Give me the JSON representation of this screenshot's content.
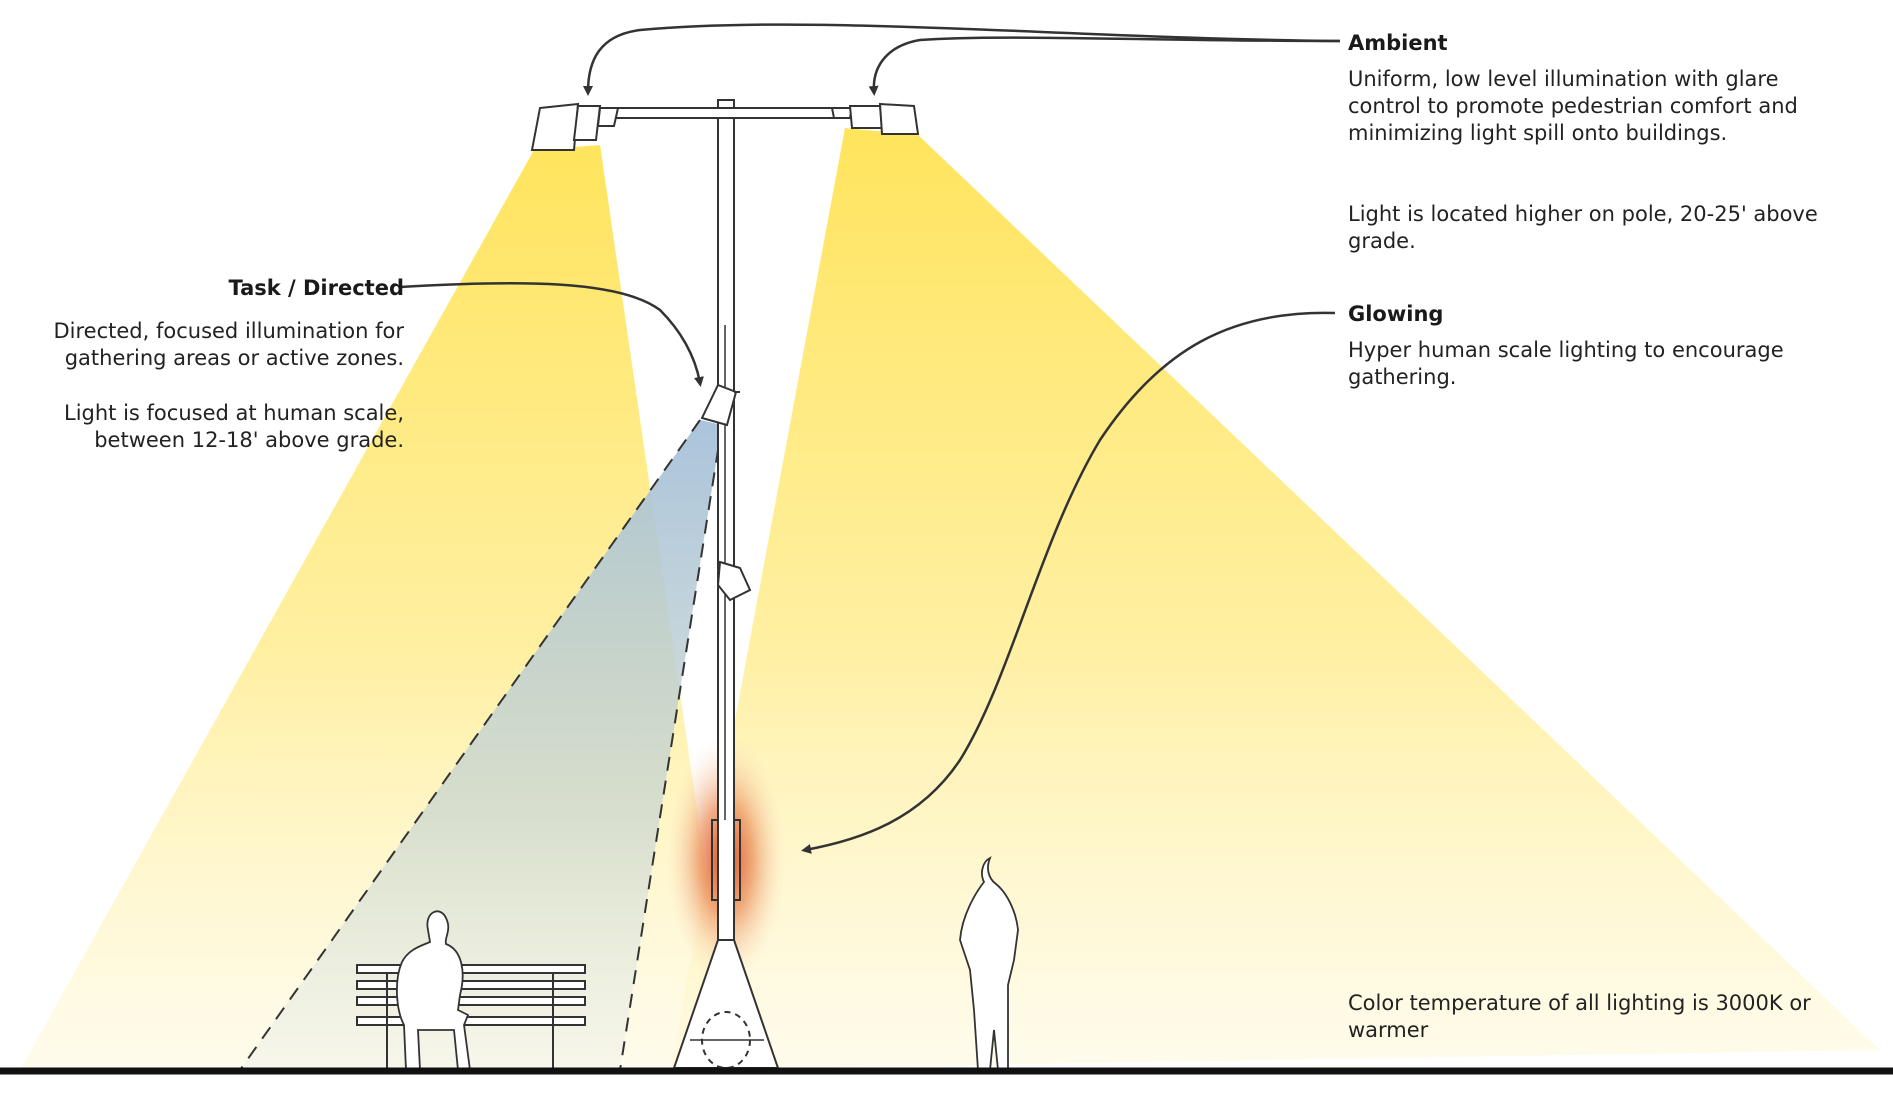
{
  "annotations": {
    "ambient": {
      "title": "Ambient",
      "description": "Uniform, low level illumination with glare control to promote pedestrian comfort and minimizing light spill onto buildings.",
      "height_note": "Light is located higher on pole, 20-25' above grade."
    },
    "task": {
      "title": "Task / Directed",
      "description": "Directed, focused illumination for gathering areas or active zones.",
      "height_note": "Light is focused at human scale, between 12-18' above grade."
    },
    "glowing": {
      "title": "Glowing",
      "description": "Hyper human scale lighting to encourage gathering."
    },
    "color_note": "Color temperature of all lighting is 3000K or warmer"
  },
  "colors": {
    "ambient_light": "#FFE45C",
    "task_light": "#A9C3D6",
    "glow": "#E0552A",
    "line": "#333333",
    "ground": "#111111"
  }
}
